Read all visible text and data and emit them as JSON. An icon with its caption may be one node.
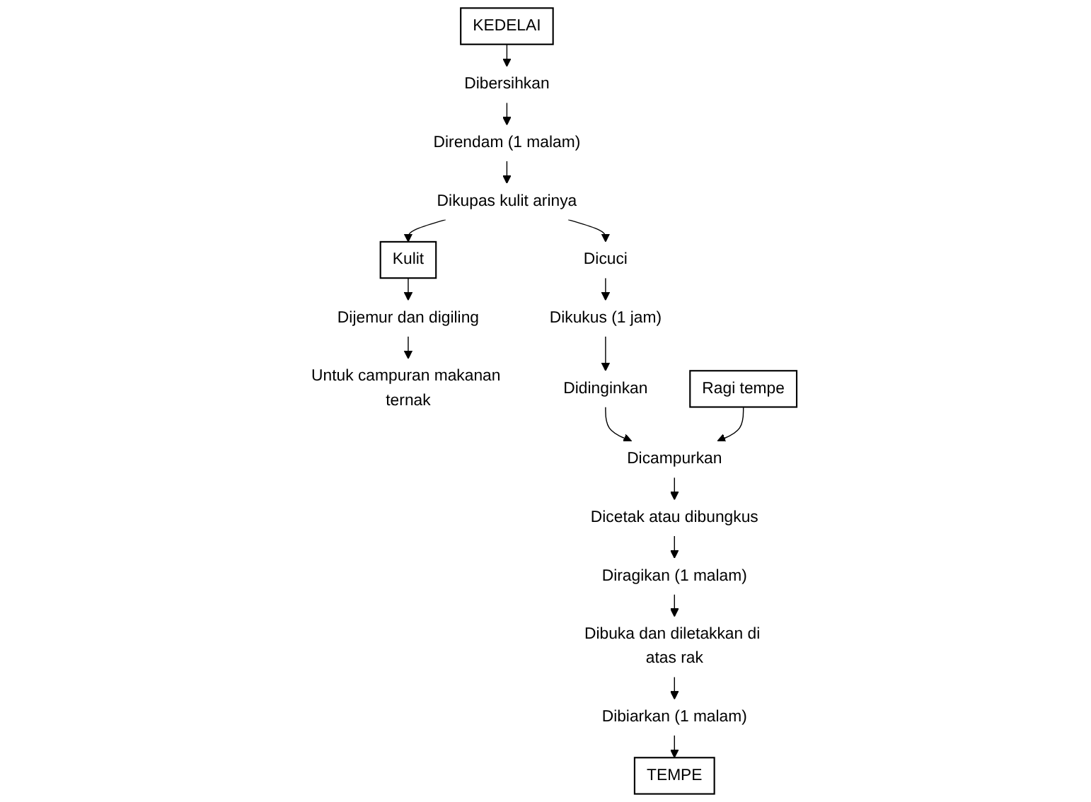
{
  "diagram": {
    "nodes": [
      {
        "text": [
          "KEDELAI"
        ]
      },
      {
        "text": [
          "Dibersihkan"
        ]
      },
      {
        "text": [
          "Direndam (1 malam)"
        ]
      },
      {
        "text": [
          "Dikupas kulit arinya"
        ]
      },
      {
        "text": [
          "Kulit"
        ]
      },
      {
        "text": [
          "Dijemur dan digiling"
        ]
      },
      {
        "text": [
          "Untuk campuran makanan ternak"
        ]
      },
      {
        "text": [
          "Dicuci"
        ]
      },
      {
        "text": [
          "Dikukus (1 jam)"
        ]
      },
      {
        "text": [
          "Didinginkan"
        ]
      },
      {
        "text": [
          "Ragi tempe"
        ]
      },
      {
        "text": [
          "Dicampurkan"
        ]
      },
      {
        "text": [
          "Dicetak atau dibungkus"
        ]
      },
      {
        "text": [
          "Diragikan (1 malam)"
        ]
      },
      {
        "text": [
          "Dibuka dan diletakkan di atas rak"
        ]
      },
      {
        "text": [
          "Dibiarkan (1 malam)"
        ]
      },
      {
        "text": [
          "TEMPE"
        ]
      }
    ],
    "edges": [
      {
        "from": 0,
        "to": 1,
        "arrow": "to"
      },
      {
        "from": 1,
        "to": 2,
        "arrow": "to"
      },
      {
        "from": 2,
        "to": 3,
        "arrow": "to"
      },
      {
        "from": 3,
        "to": 4,
        "arrow": "to"
      },
      {
        "from": 4,
        "to": 5,
        "arrow": "to"
      },
      {
        "from": 5,
        "to": 6,
        "arrow": "to"
      },
      {
        "from": 3,
        "to": 7,
        "arrow": "to"
      },
      {
        "from": 7,
        "to": 8,
        "arrow": "to"
      },
      {
        "from": 8,
        "to": 9,
        "arrow": "to"
      },
      {
        "from": 9,
        "to": 11,
        "arrow": "to"
      },
      {
        "from": 10,
        "to": 11,
        "arrow": "to"
      },
      {
        "from": 11,
        "to": 12,
        "arrow": "to"
      },
      {
        "from": 12,
        "to": 13,
        "arrow": "to"
      },
      {
        "from": 13,
        "to": 14,
        "arrow": "to"
      },
      {
        "from": 14,
        "to": 15,
        "arrow": "to"
      },
      {
        "from": 15,
        "to": 16,
        "arrow": "to"
      }
    ]
  }
}
